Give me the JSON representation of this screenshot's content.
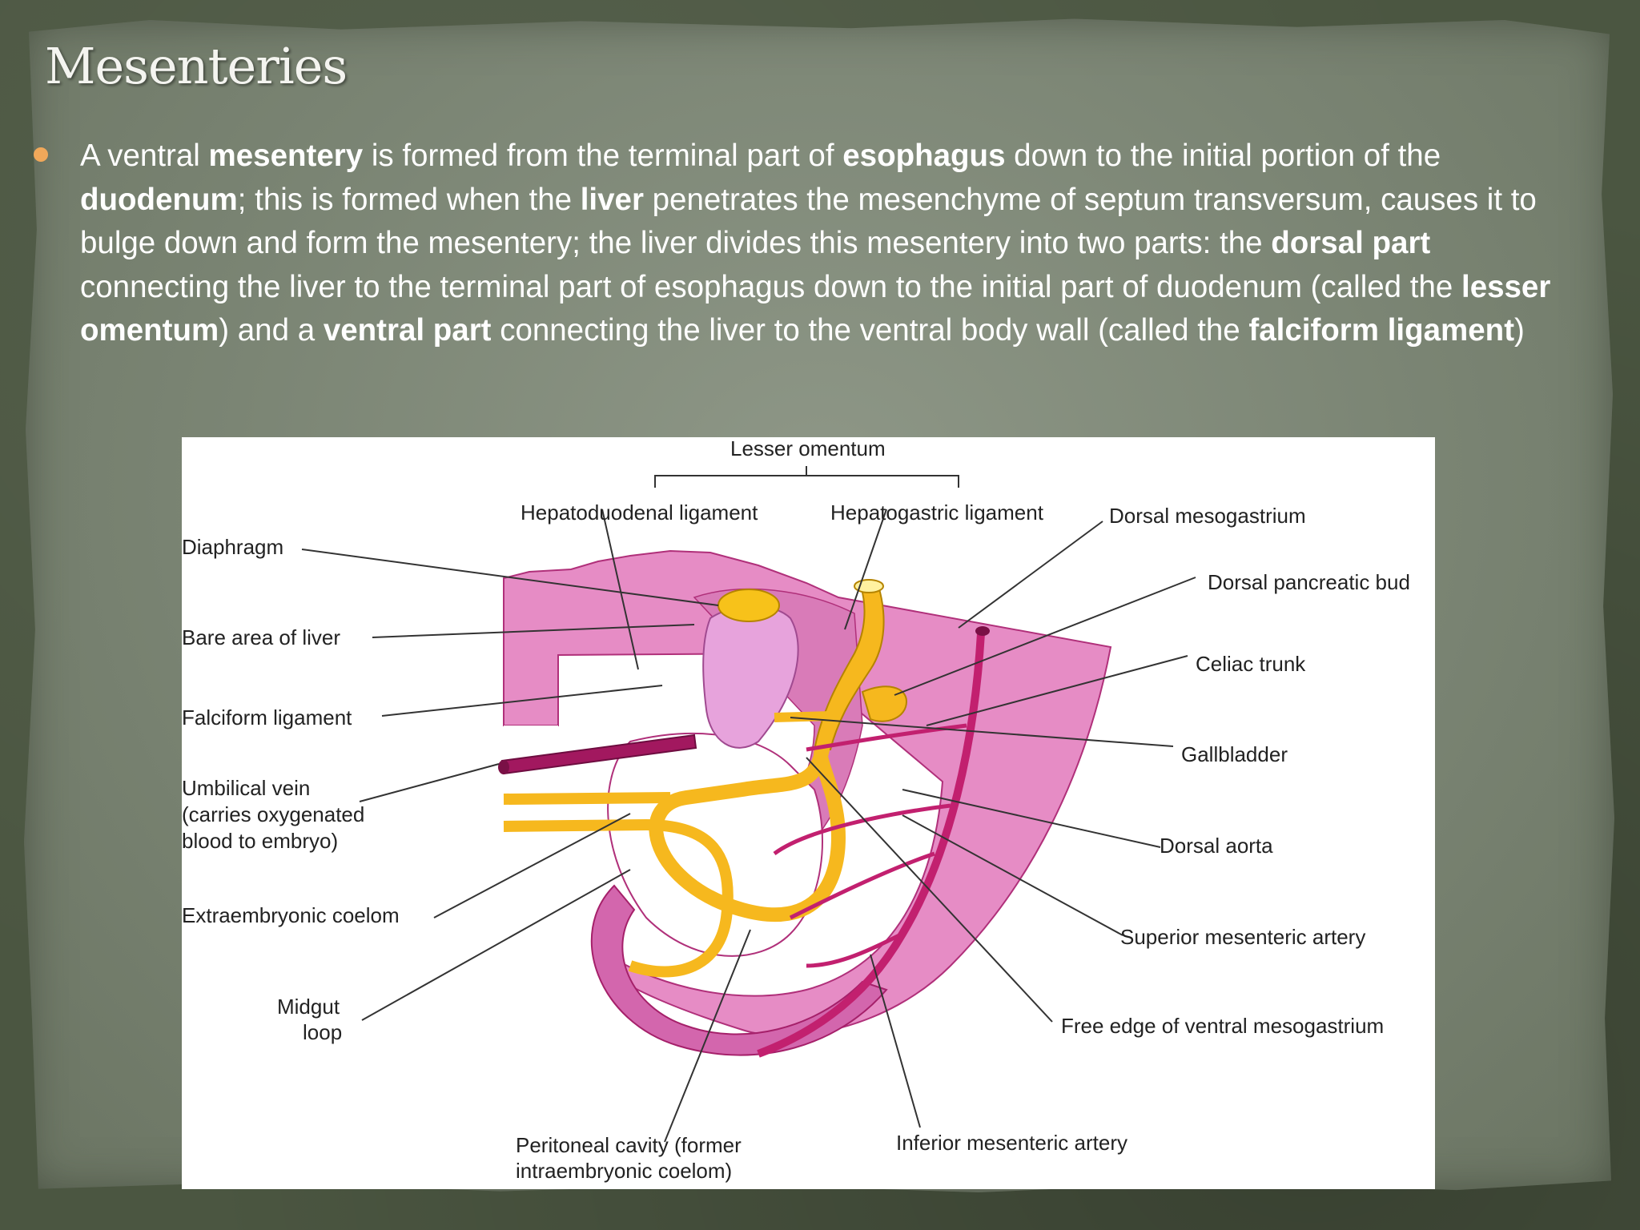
{
  "slide": {
    "title": "Mesenteries",
    "bullet": {
      "segments": [
        {
          "text": "A ventral ",
          "bold": false
        },
        {
          "text": "mesentery",
          "bold": true
        },
        {
          "text": " is formed from the terminal part of ",
          "bold": false
        },
        {
          "text": "esophagus",
          "bold": true
        },
        {
          "text": " down to the initial portion of the ",
          "bold": false
        },
        {
          "text": "duodenum",
          "bold": true
        },
        {
          "text": "; this is formed when the ",
          "bold": false
        },
        {
          "text": "liver",
          "bold": true
        },
        {
          "text": " penetrates the mesenchyme of septum transversum, causes it to bulge down and form the mesentery; the liver divides this mesentery into two parts: the ",
          "bold": false
        },
        {
          "text": "dorsal part",
          "bold": true
        },
        {
          "text": " connecting the liver to the terminal part of esophagus down to the initial part of duodenum (called the ",
          "bold": false
        },
        {
          "text": "lesser omentum",
          "bold": true
        },
        {
          "text": ") and a ",
          "bold": false
        },
        {
          "text": "ventral part",
          "bold": true
        },
        {
          "text": " connecting the liver to the ventral body wall (called the ",
          "bold": false
        },
        {
          "text": "falciform ligament",
          "bold": true
        },
        {
          "text": ")",
          "bold": false
        }
      ]
    }
  },
  "colors": {
    "accent_bullet": "#f0a85a",
    "tissue_pink": "#e58cc4",
    "vessel_magenta": "#c2206f",
    "gut_yellow": "#f7bc1c"
  },
  "figure": {
    "labels": {
      "lesser_omentum": "Lesser omentum",
      "hepatoduodenal": "Hepatoduodenal ligament",
      "hepatogastric": "Hepatogastric ligament",
      "dorsal_mesogastrium": "Dorsal mesogastrium",
      "diaphragm": "Diaphragm",
      "dorsal_pancreatic_bud": "Dorsal pancreatic bud",
      "bare_area": "Bare area of liver",
      "celiac_trunk": "Celiac trunk",
      "falciform": "Falciform ligament",
      "gallbladder": "Gallbladder",
      "umbilical_1": "Umbilical vein",
      "umbilical_2": "(carries oxygenated",
      "umbilical_3": "blood to embryo)",
      "dorsal_aorta": "Dorsal aorta",
      "extraembryonic": "Extraembryonic coelom",
      "sma": "Superior mesenteric artery",
      "midgut_1": "Midgut",
      "midgut_2": "loop",
      "free_edge": "Free edge of ventral mesogastrium",
      "peritoneal_1": "Peritoneal cavity (former",
      "peritoneal_2": "intraembryonic coelom)",
      "ima": "Inferior mesenteric artery"
    }
  }
}
